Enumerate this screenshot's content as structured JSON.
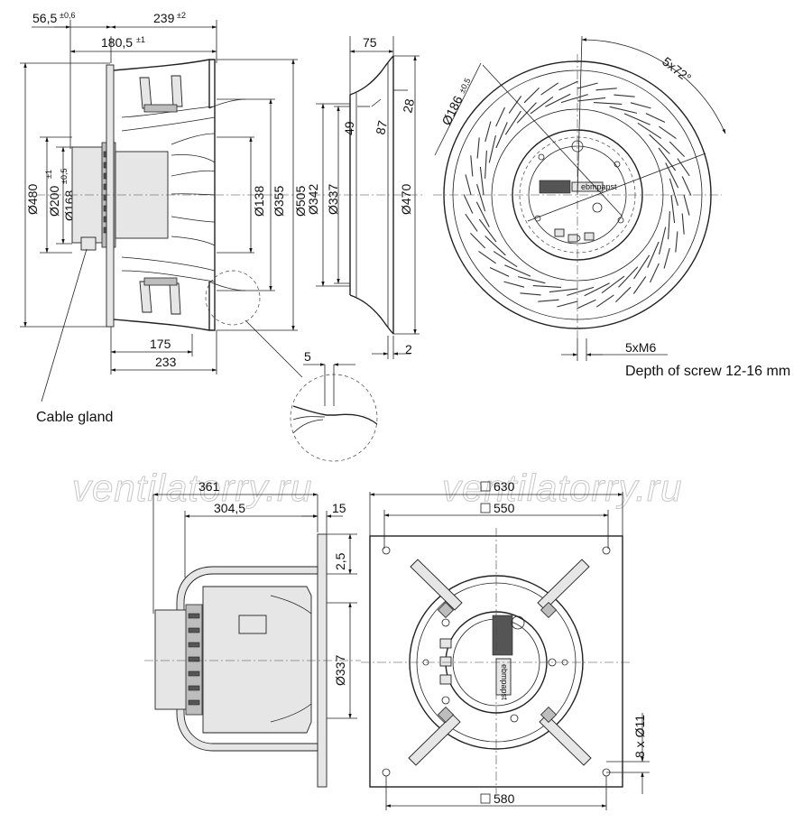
{
  "watermark": "ventilatorry.ru",
  "side_view": {
    "dims": {
      "d56_5": "56,5",
      "d56_5_tol": "±0,6",
      "d239": "239",
      "d239_tol": "±2",
      "d180_5": "180,5",
      "d180_5_tol": "±1",
      "d480": "Ø480",
      "d200": "Ø200",
      "d200_tol": "±1",
      "d168": "Ø168",
      "d168_tol": "±0,5",
      "d138": "Ø138",
      "d355": "Ø355",
      "d505": "Ø505",
      "d175": "175",
      "d233": "233"
    },
    "cable_gland_label": "Cable gland"
  },
  "detail_view": {
    "dims": {
      "d5": "5"
    }
  },
  "nozzle_view": {
    "dims": {
      "d75": "75",
      "d342": "Ø342",
      "d337": "Ø337",
      "d49": "49",
      "d87": "87",
      "d28": "28",
      "d470": "Ø470",
      "d2": "2"
    }
  },
  "front_view": {
    "dims": {
      "d186": "Ø186",
      "d186_tol": "±0,5",
      "angle": "5x72°",
      "screw": "5xM6"
    },
    "screw_note": "Depth of screw 12-16 mm",
    "motor_brand": "ebmpapst"
  },
  "plate_side_view": {
    "dims": {
      "d361": "361",
      "d304_5": "304,5",
      "d15": "15",
      "d2_5": "2,5",
      "d337": "Ø337"
    }
  },
  "plate_front_view": {
    "dims": {
      "d630": "630",
      "d550": "550",
      "d580": "580",
      "holes": "8 x Ø11"
    },
    "motor_brand": "ebmpapst"
  }
}
